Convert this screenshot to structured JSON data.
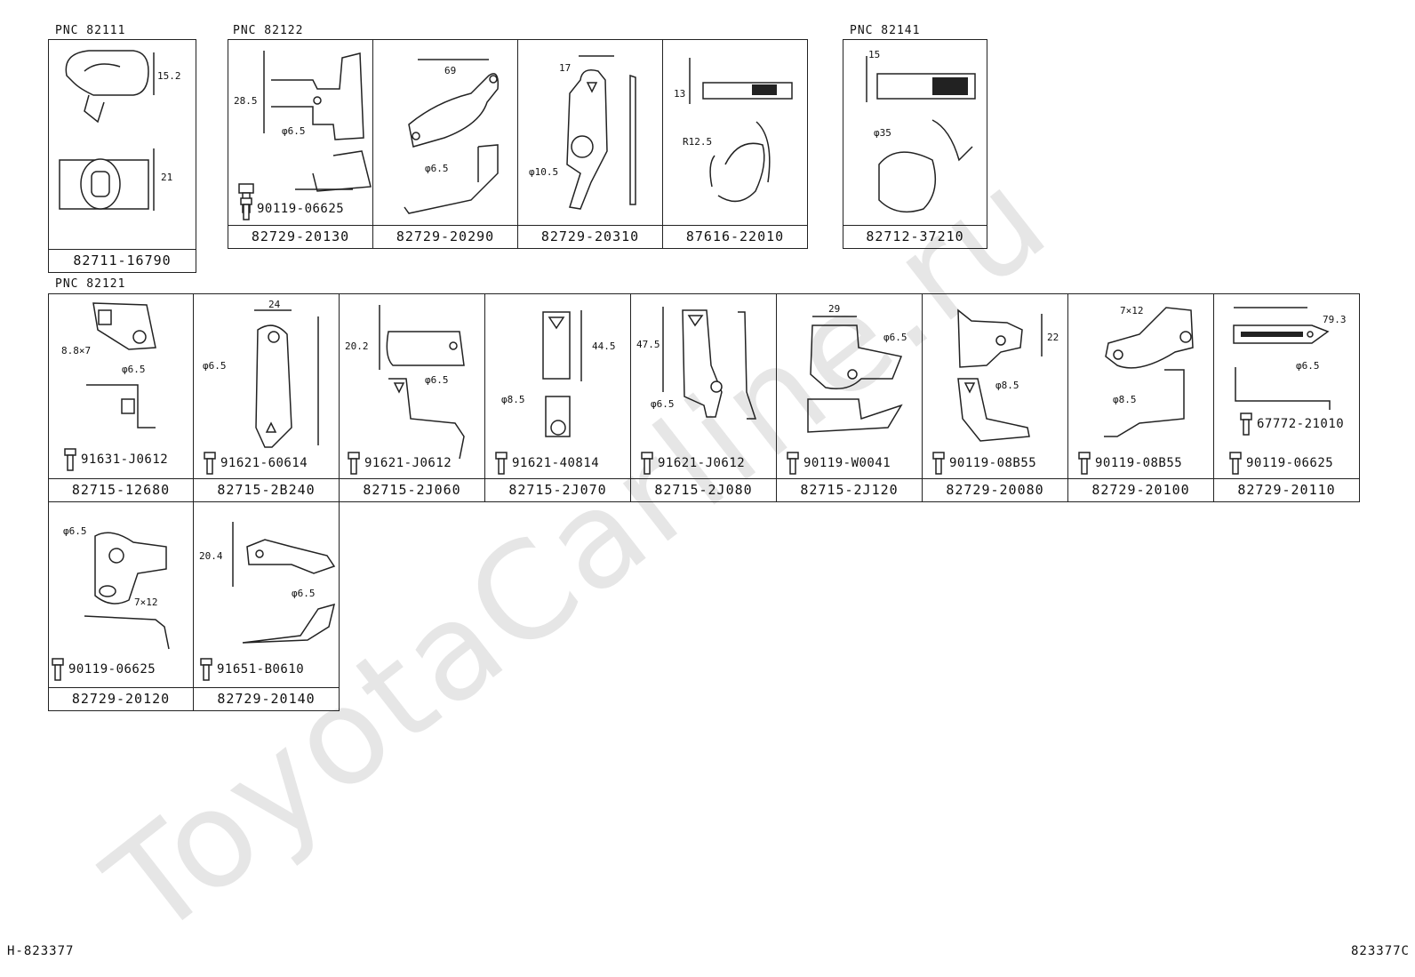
{
  "watermark": "ToyotaCarline.ru",
  "footer": {
    "left": "H-823377",
    "right": "823377C"
  },
  "pnc_labels": [
    {
      "id": "p1",
      "text": "PNC  82111"
    },
    {
      "id": "p2",
      "text": "PNC  82122"
    },
    {
      "id": "p3",
      "text": "PNC  82141"
    },
    {
      "id": "p4",
      "text": "PNC  82121"
    }
  ],
  "parts": [
    {
      "id": "c01",
      "part_no": "82711-16790",
      "dims": [
        "15.2",
        "21"
      ]
    },
    {
      "id": "c02",
      "part_no": "82729-20130",
      "bolt": "90119-06625",
      "dims": [
        "28.5",
        "φ6.5"
      ]
    },
    {
      "id": "c03",
      "part_no": "82729-20290",
      "dims": [
        "69",
        "φ6.5"
      ]
    },
    {
      "id": "c04",
      "part_no": "82729-20310",
      "dims": [
        "17",
        "φ10.5"
      ]
    },
    {
      "id": "c05",
      "part_no": "87616-22010",
      "dims": [
        "13",
        "R12.5"
      ]
    },
    {
      "id": "c06",
      "part_no": "82712-37210",
      "dims": [
        "15",
        "φ35"
      ]
    },
    {
      "id": "c07",
      "part_no": "82715-12680",
      "bolt": "91631-J0612",
      "dims": [
        "8.8×7",
        "φ6.5"
      ]
    },
    {
      "id": "c08",
      "part_no": "82715-2B240",
      "bolt": "91621-60614",
      "dims": [
        "24",
        "φ6.5"
      ]
    },
    {
      "id": "c09",
      "part_no": "82715-2J060",
      "bolt": "91621-J0612",
      "dims": [
        "20.2",
        "φ6.5"
      ]
    },
    {
      "id": "c10",
      "part_no": "82715-2J070",
      "bolt": "91621-40814",
      "dims": [
        "44.5",
        "φ8.5"
      ]
    },
    {
      "id": "c11",
      "part_no": "82715-2J080",
      "bolt": "91621-J0612",
      "dims": [
        "47.5",
        "φ6.5"
      ]
    },
    {
      "id": "c12",
      "part_no": "82715-2J120",
      "bolt": "90119-W0041",
      "dims": [
        "29",
        "φ6.5"
      ]
    },
    {
      "id": "c13",
      "part_no": "82729-20080",
      "bolt": "90119-08B55",
      "dims": [
        "22",
        "φ8.5"
      ]
    },
    {
      "id": "c14",
      "part_no": "82729-20100",
      "bolt": "90119-08B55",
      "dims": [
        "7×12",
        "φ8.5"
      ]
    },
    {
      "id": "c15",
      "part_no": "82729-20110",
      "bolt": "90119-06625",
      "clip": "67772-21010",
      "dims": [
        "79.3",
        "φ6.5"
      ]
    },
    {
      "id": "c16",
      "part_no": "82729-20120",
      "bolt": "90119-06625",
      "dims": [
        "φ6.5",
        "7×12"
      ]
    },
    {
      "id": "c17",
      "part_no": "82729-20140",
      "bolt": "91651-B0610",
      "dims": [
        "20.4",
        "φ6.5"
      ]
    }
  ]
}
